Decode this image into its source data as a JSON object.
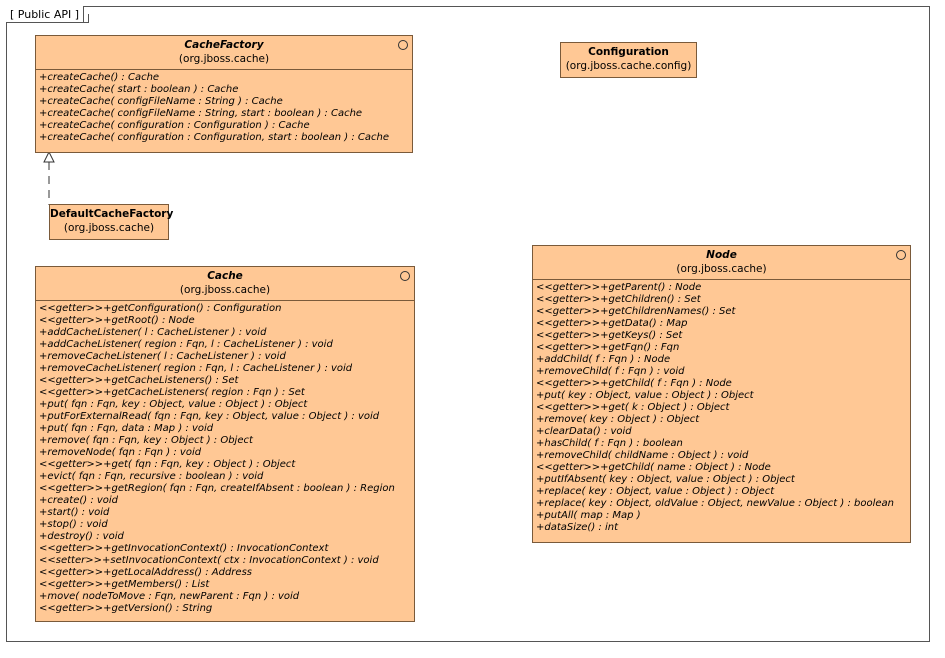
{
  "frame": {
    "label": "[ Public API ]"
  },
  "classes": {
    "cache_factory": {
      "name": "CacheFactory",
      "package": "(org.jboss.cache)",
      "operations": [
        "+createCache() : Cache",
        "+createCache( start : boolean ) : Cache",
        "+createCache( configFileName : String ) : Cache",
        "+createCache( configFileName : String, start : boolean ) : Cache",
        "+createCache( configuration : Configuration ) : Cache",
        "+createCache( configuration : Configuration, start : boolean ) : Cache"
      ]
    },
    "configuration": {
      "name": "Configuration",
      "package": "(org.jboss.cache.config)"
    },
    "default_cache_factory": {
      "name": "DefaultCacheFactory",
      "package": "(org.jboss.cache)"
    },
    "cache": {
      "name": "Cache",
      "package": "(org.jboss.cache)",
      "operations": [
        "<<getter>>+getConfiguration() : Configuration",
        "<<getter>>+getRoot() : Node",
        "+addCacheListener( l : CacheListener ) : void",
        "+addCacheListener( region : Fqn, l : CacheListener ) : void",
        "+removeCacheListener( l : CacheListener ) : void",
        "+removeCacheListener( region : Fqn, l : CacheListener ) : void",
        "<<getter>>+getCacheListeners() : Set",
        "<<getter>>+getCacheListeners( region : Fqn ) : Set",
        "+put( fqn : Fqn, key : Object, value : Object ) : Object",
        "+putForExternalRead( fqn : Fqn, key : Object, value : Object ) : void",
        "+put( fqn : Fqn, data : Map ) : void",
        "+remove( fqn : Fqn, key : Object ) : Object",
        "+removeNode( fqn : Fqn ) : void",
        "<<getter>>+get( fqn : Fqn, key : Object ) : Object",
        "+evict( fqn : Fqn, recursive : boolean ) : void",
        "<<getter>>+getRegion( fqn : Fqn, createIfAbsent : boolean ) : Region",
        "+create() : void",
        "+start() : void",
        "+stop() : void",
        "+destroy() : void",
        "<<getter>>+getInvocationContext() : InvocationContext",
        "<<setter>>+setInvocationContext( ctx : InvocationContext ) : void",
        "<<getter>>+getLocalAddress() : Address",
        "<<getter>>+getMembers() : List",
        "+move( nodeToMove : Fqn, newParent : Fqn ) : void",
        "<<getter>>+getVersion() : String"
      ]
    },
    "node": {
      "name": "Node",
      "package": "(org.jboss.cache)",
      "operations": [
        "<<getter>>+getParent() : Node",
        "<<getter>>+getChildren() : Set",
        "<<getter>>+getChildrenNames() : Set",
        "<<getter>>+getData() : Map",
        "<<getter>>+getKeys() : Set",
        "<<getter>>+getFqn() : Fqn",
        "+addChild( f : Fqn ) : Node",
        "+removeChild( f : Fqn ) : void",
        "<<getter>>+getChild( f : Fqn ) : Node",
        "+put( key : Object, value : Object ) : Object",
        "<<getter>>+get( k : Object ) : Object",
        "+remove( key : Object ) : Object",
        "+clearData() : void",
        "+hasChild( f : Fqn ) : boolean",
        "+removeChild( childName : Object ) : void",
        "<<getter>>+getChild( name : Object ) : Node",
        "+putIfAbsent( key : Object, value : Object ) : Object",
        "+replace( key : Object, value : Object ) : Object",
        "+replace( key : Object, oldValue : Object, newValue : Object ) : boolean",
        "+putAll( map : Map )",
        "+dataSize() : int"
      ]
    }
  },
  "colors": {
    "class_fill": "#ffc895",
    "class_border": "#7a5a3a"
  }
}
